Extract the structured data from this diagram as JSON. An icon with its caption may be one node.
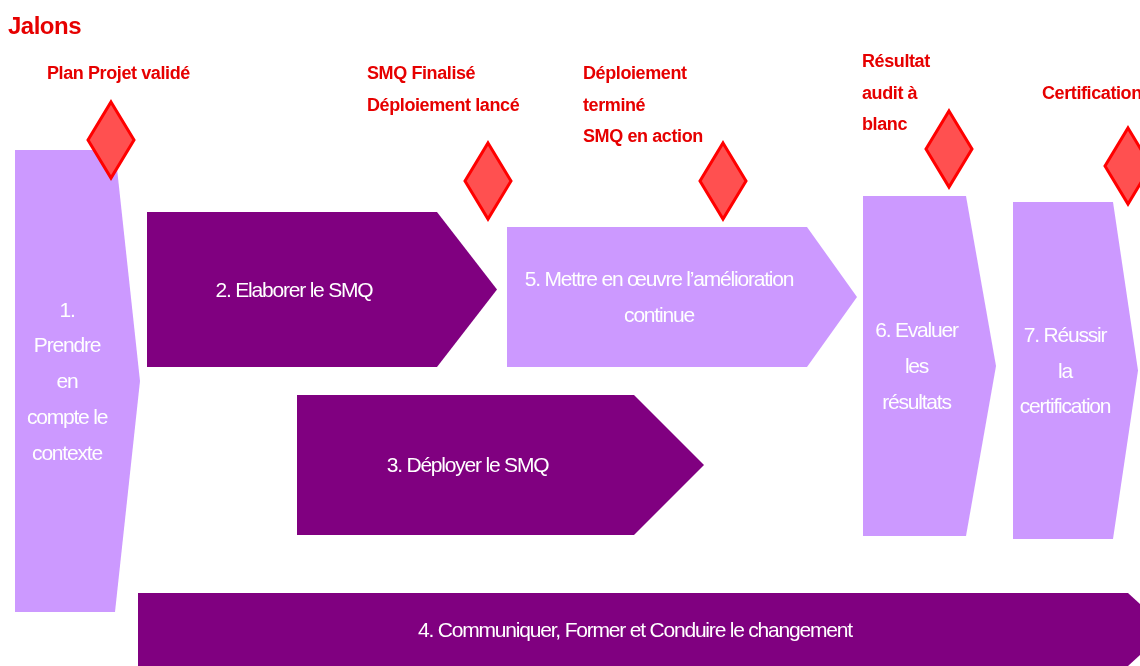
{
  "diagram": {
    "title": "Jalons",
    "nodes": [
      {
        "text": [
          "1. Prendre en compte le contexte"
        ]
      },
      {
        "text": [
          "2. Elaborer le SMQ"
        ]
      },
      {
        "text": [
          "3. Déployer le SMQ"
        ]
      },
      {
        "text": [
          "4. Communiquer, Former et Conduire le changement"
        ]
      },
      {
        "text": [
          "5. Mettre en œuvre l’amélioration continue"
        ]
      },
      {
        "text": [
          "6. Evaluer les résultats"
        ]
      },
      {
        "text": [
          "7. Réussir la certification"
        ]
      },
      {
        "text": [],
        "shape": "diamond",
        "beside": [
          "Plan Projet validé"
        ]
      },
      {
        "text": [],
        "shape": "diamond",
        "beside": [
          "SMQ Finalisé",
          "Déploiement lancé"
        ]
      },
      {
        "text": [],
        "shape": "diamond",
        "beside": [
          "Déploiement terminé",
          "SMQ en action"
        ]
      },
      {
        "text": [],
        "shape": "diamond",
        "beside": [
          "Résultat audit à blanc"
        ]
      },
      {
        "text": [],
        "shape": "diamond",
        "beside": [
          "Certification"
        ]
      }
    ],
    "edges": []
  }
}
